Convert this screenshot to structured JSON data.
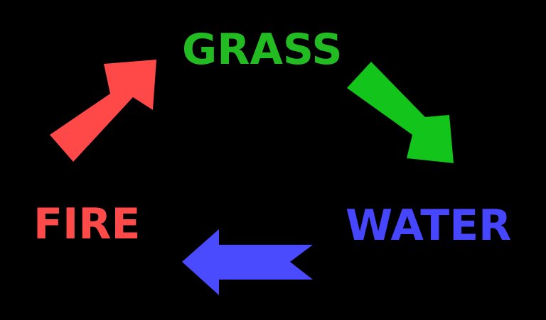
{
  "cycle": {
    "nodes": [
      {
        "id": "grass",
        "label": "GRASS",
        "color": "#22bb22"
      },
      {
        "id": "water",
        "label": "WATER",
        "color": "#4646ff"
      },
      {
        "id": "fire",
        "label": "FIRE",
        "color": "#ff4a4a"
      }
    ],
    "edges": [
      {
        "from": "grass",
        "to": "water",
        "color": "#13c41b"
      },
      {
        "from": "water",
        "to": "fire",
        "color": "#4a4aff"
      },
      {
        "from": "fire",
        "to": "grass",
        "color": "#ff4848"
      }
    ]
  }
}
